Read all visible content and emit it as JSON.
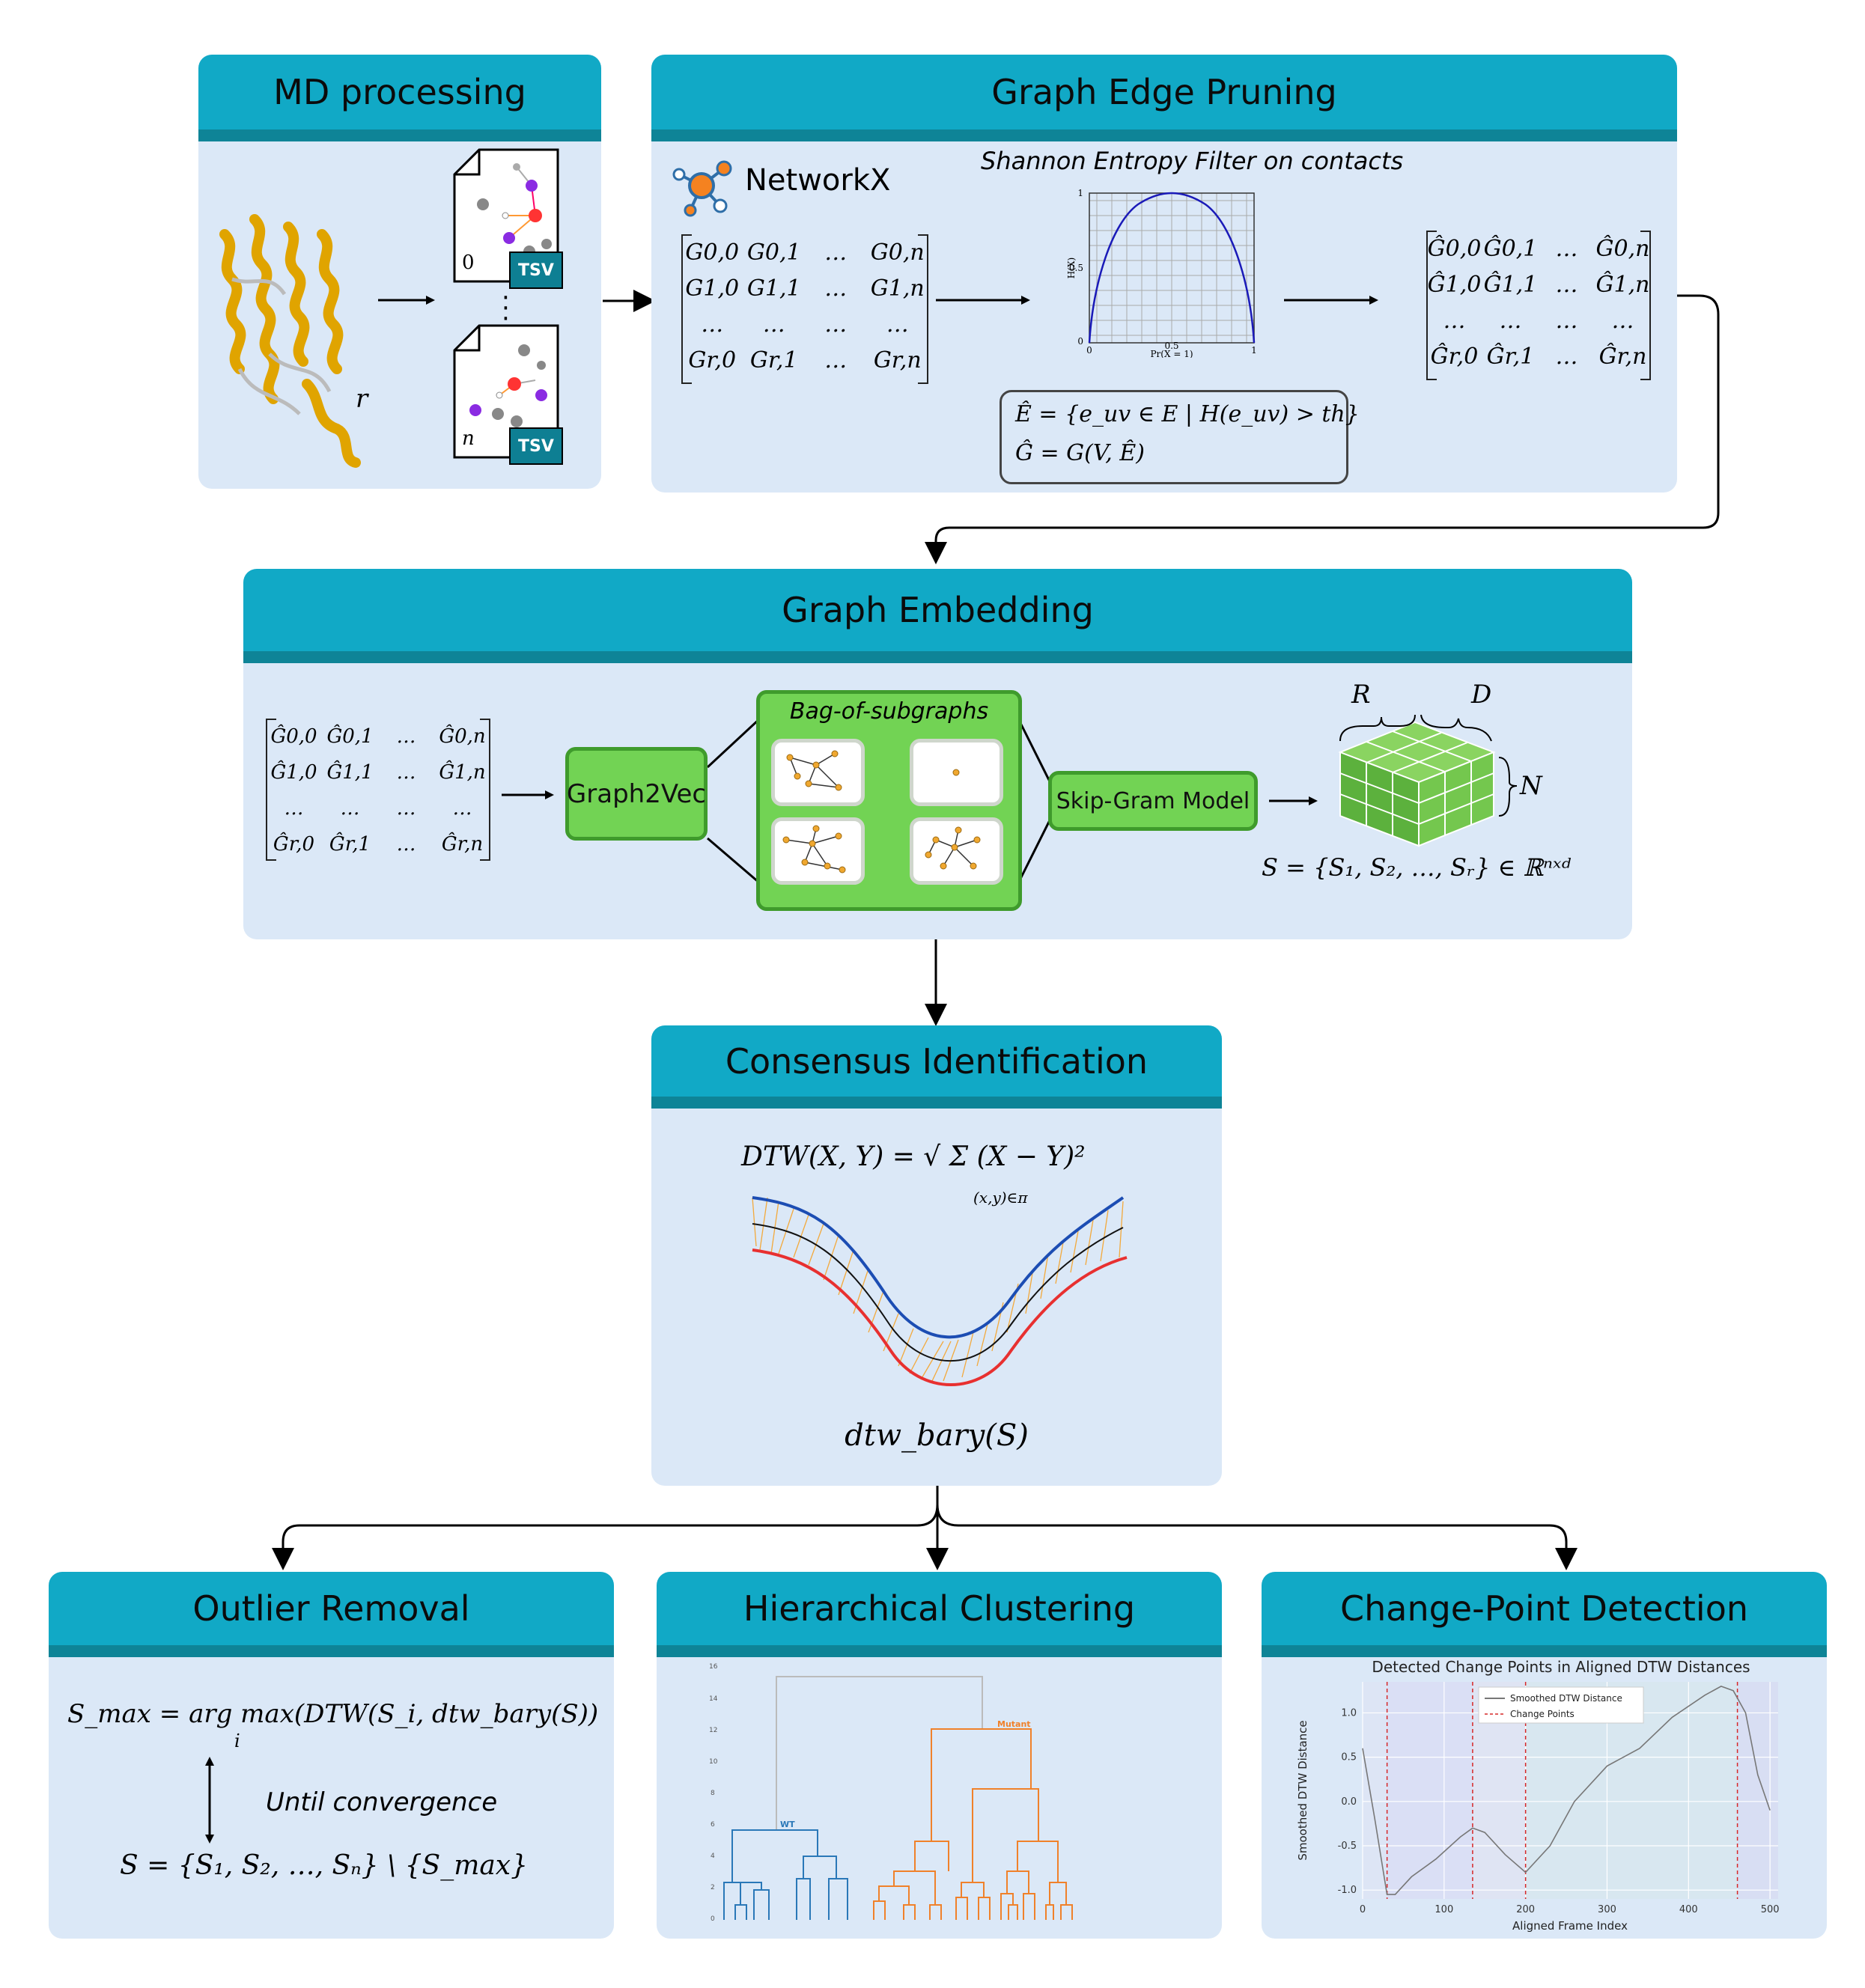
{
  "md": {
    "title": "MD processing",
    "file_top_index": "0",
    "file_bottom_index": "n",
    "tsv_label": "TSV",
    "protein_label": "r"
  },
  "pruning": {
    "title": "Graph Edge Pruning",
    "networkx_label": "NetworkX",
    "filter_label": "Shannon Entropy Filter on  contacts",
    "plot_y_label": "H(X)",
    "plot_x_label": "Pr(X = 1)",
    "plot_y_ticks": [
      "1",
      "0.5",
      "0"
    ],
    "plot_x_ticks": [
      "0",
      "0.5",
      "1"
    ],
    "input_matrix": [
      [
        "G0,0",
        "G0,1",
        "…",
        "G0,n"
      ],
      [
        "G1,0",
        "G1,1",
        "…",
        "G1,n"
      ],
      [
        "…",
        "…",
        "…",
        "…"
      ],
      [
        "Gr,0",
        "Gr,1",
        "…",
        "Gr,n"
      ]
    ],
    "output_matrix": [
      [
        "Ĝ0,0",
        "Ĝ0,1",
        "…",
        "Ĝ0,n"
      ],
      [
        "Ĝ1,0",
        "Ĝ1,1",
        "…",
        "Ĝ1,n"
      ],
      [
        "…",
        "…",
        "…",
        "…"
      ],
      [
        "Ĝr,0",
        "Ĝr,1",
        "…",
        "Ĝr,n"
      ]
    ],
    "formula_line1": "Ê = {e_uv ∈ E | H(e_uv) > th}",
    "formula_line2": "Ĝ = G(V, Ê)"
  },
  "embedding": {
    "title": "Graph Embedding",
    "graph2vec_label": "Graph2Vec",
    "bag_label": "Bag-of-subgraphs",
    "skipgram_label": "Skip-Gram Model",
    "cube_r": "R",
    "cube_d": "D",
    "cube_n": "N",
    "set_formula": "S = {S₁, S₂, …, Sᵣ} ∈ ℝⁿˣᵈ",
    "input_matrix": [
      [
        "Ĝ0,0",
        "Ĝ0,1",
        "…",
        "Ĝ0,n"
      ],
      [
        "Ĝ1,0",
        "Ĝ1,1",
        "…",
        "Ĝ1,n"
      ],
      [
        "…",
        "…",
        "…",
        "…"
      ],
      [
        "Ĝr,0",
        "Ĝr,1",
        "…",
        "Ĝr,n"
      ]
    ]
  },
  "consensus": {
    "title": "Consensus Identification",
    "dtw_formula": "DTW(X, Y) = √ Σ (X − Y)²",
    "dtw_sub": "(x,y)∈π",
    "bary_label": "dtw_bary(S)"
  },
  "outlier": {
    "title": "Outlier Removal",
    "smax_formula": "S_max = arg max(DTW(S_i, dtw_bary(S))",
    "smax_sub": "i",
    "convergence_label": "Until convergence",
    "set_formula": "S = {S₁, S₂, …, Sₙ} \\ {S_max}"
  },
  "clustering": {
    "title": "Hierarchical Clustering",
    "y_ticks": [
      "16",
      "14",
      "12",
      "10",
      "8",
      "6",
      "4",
      "2",
      "0"
    ],
    "wt_label": "WT",
    "mutant_label": "Mutant",
    "colors": {
      "wt": "#2a78b8",
      "mutant": "#f0812a",
      "root": "#bbbbbb"
    }
  },
  "changepoint": {
    "title": "Change-Point Detection",
    "chart_title": "Detected Change Points in Aligned DTW Distances",
    "legend": [
      "Smoothed DTW Distance",
      "Change Points"
    ],
    "colors": {
      "line": "#777777",
      "change": "#d62828"
    }
  },
  "chart_data": {
    "type": "line",
    "title": "Detected Change Points in Aligned DTW Distances",
    "xlabel": "Aligned Frame Index",
    "ylabel": "Smoothed DTW Distance",
    "xlim": [
      0,
      510
    ],
    "ylim": [
      -1.1,
      1.35
    ],
    "x_ticks": [
      0,
      100,
      200,
      300,
      400,
      500
    ],
    "y_ticks": [
      -1.0,
      -0.5,
      0.0,
      0.5,
      1.0
    ],
    "series": [
      {
        "name": "Smoothed DTW Distance",
        "x": [
          0,
          15,
          30,
          40,
          60,
          90,
          120,
          135,
          150,
          175,
          200,
          230,
          260,
          300,
          340,
          380,
          420,
          440,
          455,
          470,
          485,
          500
        ],
        "y": [
          0.6,
          -0.2,
          -1.05,
          -1.05,
          -0.85,
          -0.65,
          -0.4,
          -0.3,
          -0.35,
          -0.6,
          -0.8,
          -0.5,
          0.0,
          0.4,
          0.6,
          0.95,
          1.2,
          1.3,
          1.25,
          1.0,
          0.3,
          -0.1
        ]
      }
    ],
    "change_points": [
      30,
      135,
      200,
      460
    ]
  }
}
